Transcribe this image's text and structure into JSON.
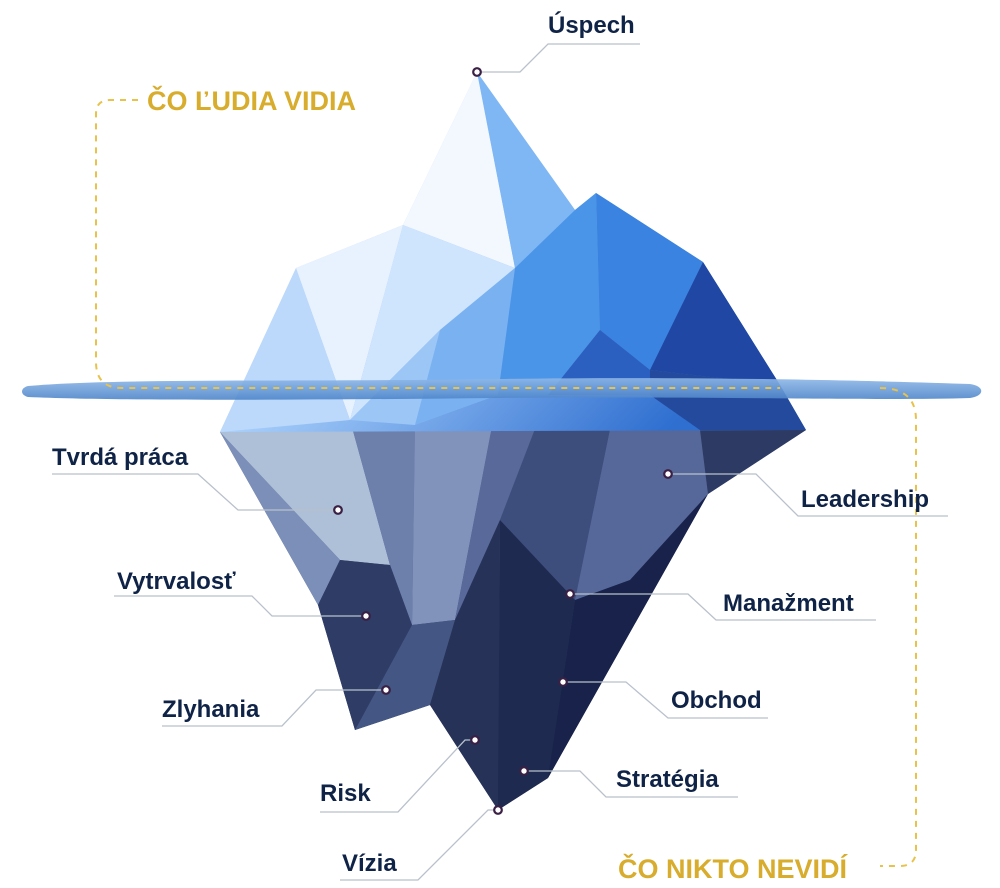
{
  "sections": {
    "visible": "ČO ĽUDIA VIDIA",
    "hidden": "ČO NIKTO NEVIDÍ"
  },
  "labels": {
    "top": "Úspech",
    "left": [
      "Tvrdá práca",
      "Vytrvalosť",
      "Zlyhania",
      "Risk",
      "Vízia"
    ],
    "right": [
      "Leadership",
      "Manažment",
      "Obchod",
      "Stratégia"
    ]
  },
  "colors": {
    "label_text": "#0f2347",
    "section_text": "#d8ac2c",
    "dashed_line": "#e8c24a",
    "water": "#5e96d6",
    "ice_light": "#e8f2ff",
    "ice_blue": "#3d8ce6",
    "ice_dark": "#1b3e9a",
    "underwater_dark": "#1f2b4e",
    "underwater_mid": "#4a5f8e"
  }
}
